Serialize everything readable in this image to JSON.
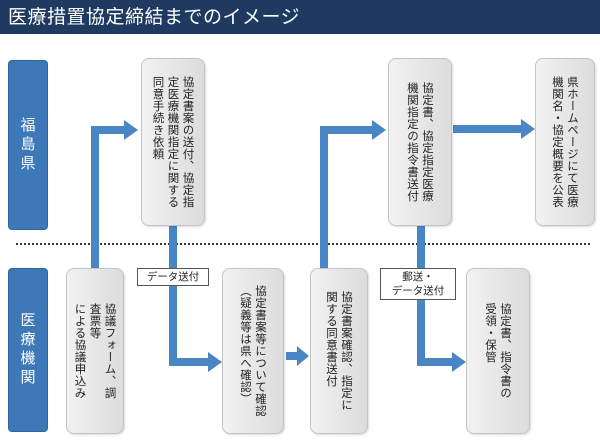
{
  "title": "医療措置協定締結までのイメージ",
  "colors": {
    "title_bg": "#1f3a60",
    "lane_label_bg": "#3d78b8",
    "arrow": "#4a85c6"
  },
  "lanes": {
    "prefecture": "福島県",
    "institution": "医療機関"
  },
  "boxes": {
    "b1": "協議フォーム、調\n査票等\nによる協議申込み",
    "b2": "協定書案の送付、協定指\n定医療機関指定に関する\n同意手続き依頼",
    "b3": "協定書案等について確認\n（疑義等は県へ確認）",
    "b4": "協定書案確認、指定に\n関する同意書送付",
    "b5": "協定書、協定指定医療\n機関指定の指令書送付",
    "b6": "協定書、指令書の\n受領・保管",
    "b7": "県ホームページにて医療\n機関名・協定概要を公表"
  },
  "labels": {
    "data_send": "データ送付",
    "mail_data_send": "郵送・\nデータ送付"
  }
}
